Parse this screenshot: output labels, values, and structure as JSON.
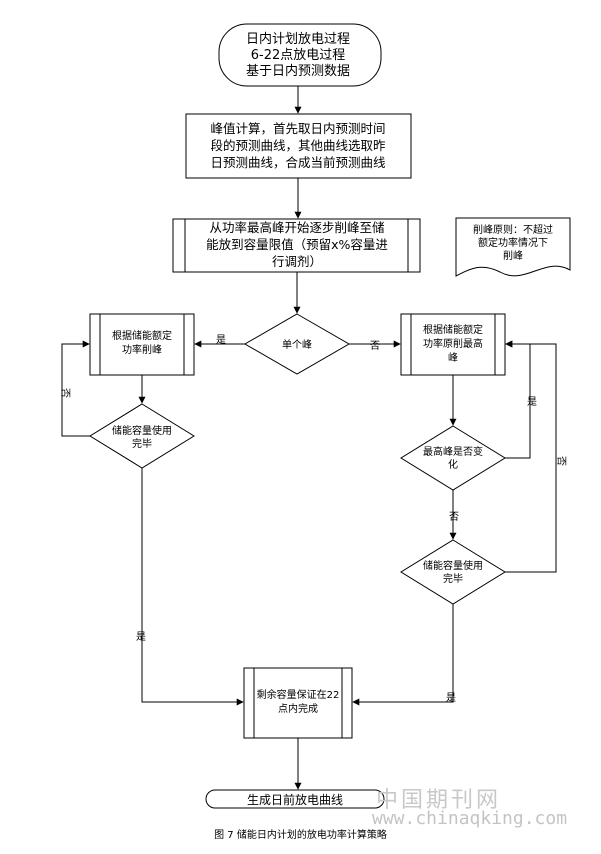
{
  "nodes": {
    "start": [
      "日内计划放电过程",
      "6-22点放电过程",
      "基于日内预测数据"
    ],
    "peak_calc": [
      "峰值计算，首先取日内预测时间",
      "段的预测曲线，其他曲线选取昨",
      "日预测曲线，合成当前预测曲线"
    ],
    "peak_shave": [
      "从功率最高峰开始逐步削峰至储",
      "能放到容量限值（预留x%容量进",
      "行调剂）"
    ],
    "note": [
      "削峰原则：不超过",
      "额定功率情况下",
      "削峰"
    ],
    "single_peak": "单个峰",
    "left_process": [
      "根据储能额定",
      "功率削峰"
    ],
    "right_process": [
      "根据储能额定",
      "功率原削最高",
      "峰"
    ],
    "left_decision": [
      "储能容量使用",
      "完毕"
    ],
    "max_peak_change": [
      "最高峰是否变",
      "化"
    ],
    "right_decision": [
      "储能容量使用",
      "完毕"
    ],
    "remaining": [
      "剩余容量保证在22",
      "点内完成"
    ],
    "end": "生成日前放电曲线"
  },
  "edge_labels": {
    "single_yes": "是",
    "single_no": "否",
    "left_no": "否",
    "left_yes": "是",
    "peak_change_yes": "是",
    "peak_change_no": "否",
    "right_no": "否",
    "right_yes": "是"
  },
  "caption": "图 7  储能日内计划的放电功率计算策略",
  "watermark": {
    "site_cn": "中国期刊网",
    "site_url": "www.chinaqking.com"
  }
}
